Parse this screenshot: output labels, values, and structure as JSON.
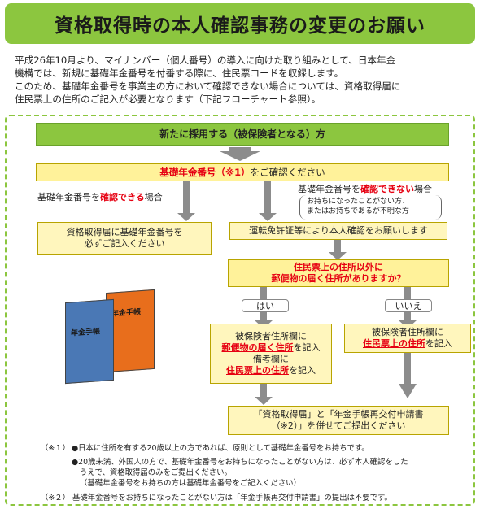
{
  "header": {
    "title": "資格取得時の本人確認事務の変更のお願い"
  },
  "intro": {
    "line1": "平成26年10月より、マイナンバー（個人番号）の導入に向けた取り組みとして、日本年金",
    "line2": "機構では、新規に基礎年金番号を付番する際に、住民票コードを収録します。",
    "line3": "このため、基礎年金番号を事業主の方において確認できない場合については、資格取得届に",
    "line4": "住民票上の住所のご記入が必要となります（下記フローチャート参照）。"
  },
  "flow": {
    "start": "新たに採用する（被保険者となる）方",
    "check": {
      "red": "基礎年金番号（※1）",
      "rest": "をご確認ください"
    },
    "left_label": {
      "pre": "基礎年金番号を",
      "red": "確認できる",
      "post": "場合"
    },
    "right_label": {
      "pre": "基礎年金番号を",
      "red": "確認できない",
      "post": "場合"
    },
    "right_sub1": "お持ちになったことがない方、",
    "right_sub2": "またはお持ちであるが不明な方",
    "left_box1": "資格取得届に基礎年金番号を",
    "left_box2": "必ずご記入ください",
    "id_check": "運転免許証等により本人確認をお願いします",
    "question1": "住民票上の住所以外に",
    "question2": "郵便物の届く住所がありますか？",
    "yes": "はい",
    "no": "いいえ",
    "yes_box": {
      "l1": "被保険者住所欄に",
      "l2_red": "郵便物の届く住所",
      "l2_rest": "を記入",
      "l3": "備考欄に",
      "l4_red": "住民票上の住所",
      "l4_rest": "を記入"
    },
    "no_box": {
      "l1": "被保険者住所欄に",
      "l2_red": "住民票上の住所",
      "l2_rest": "を記入"
    },
    "final1": "「資格取得届」と「年金手帳再交付申請書",
    "final2": "（※2）」を併せてご提出ください",
    "book_text": "年金手帳"
  },
  "notes": {
    "n1_mark": "（※１）",
    "n1_a": "●日本に住所を有する20歳以上の方であれば、原則として基礎年金番号をお持ちです。",
    "n1_b1": "●20歳未満、外国人の方で、基礎年金番号をお持ちになったことがない方は、必ず本人確認をした",
    "n1_b2": "うえで、資格取得届のみをご提出ください。",
    "n1_b3": "（基礎年金番号をお持ちの方は基礎年金番号をご記入ください）",
    "n2": "（※２） 基礎年金番号をお持ちになったことがない方は「年金手帳再交付申請書」の提出は不要です。"
  },
  "colors": {
    "banner_green": "#8cc63f",
    "box_yellow": "#fff29a",
    "arrow_gray": "#8c8c8c",
    "accent_red": "#e60012",
    "book_blue": "#4a78b5",
    "book_orange": "#e86e1c"
  }
}
